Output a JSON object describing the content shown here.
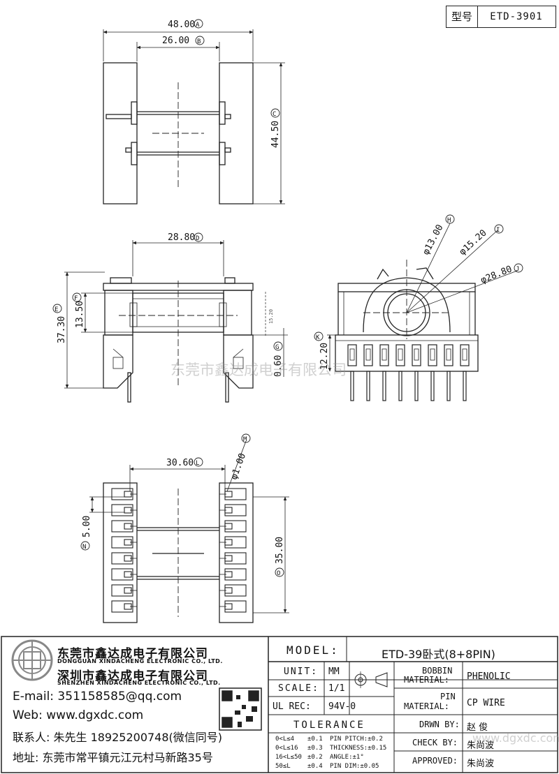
{
  "header": {
    "model_label": "型号",
    "model_code": "ETD-3901"
  },
  "dimensions": {
    "a": "48.00",
    "b": "26.00",
    "c": "44.50",
    "d": "28.80",
    "e": "37.30",
    "f": "13.50",
    "g": "0.60",
    "h": "φ13.00",
    "i": "φ15.20",
    "j": "φ28.80",
    "k": "12.20",
    "l": "30.60",
    "m": "φ1.00",
    "n": "5.00",
    "o": "35.00",
    "inner": "15.20"
  },
  "markers": {
    "a": "A",
    "b": "B",
    "c": "C",
    "d": "D",
    "e": "E",
    "f": "F",
    "g": "G",
    "h": "H",
    "i": "I",
    "j": "J",
    "k": "K",
    "l": "L",
    "m": "M",
    "n": "N",
    "o": "O"
  },
  "watermark": "东莞市鑫达成电子有限公司",
  "company": {
    "name_dg": "东莞市鑫达成电子有限公司",
    "name_dg_en": "DONGGUAN XINDACHENG ELECTRONIC CO., LTD.",
    "name_sz": "深圳市鑫达成电子有限公司",
    "name_sz_en": "SHENZHEN XINDACHENG ELECTRONIC CO., LTD.",
    "email": "E-mail: 351158585@qq.com",
    "web": "Web: www.dgxdc.com",
    "contact": "联系人: 朱先生 18925200748(微信同号)",
    "address": "地址: 东莞市常平镇元江元村马新路35号"
  },
  "title_block": {
    "model_label": "MODEL:",
    "model_value": "ETD-39卧式(8+8PIN)",
    "unit_label": "UNIT:",
    "unit_value": "MM",
    "scale_label": "SCALE:",
    "scale_value": "1/1",
    "ul_label": "UL REC:",
    "ul_value": "94V-0",
    "bobbin_label_1": "BOBBIN",
    "bobbin_label_2": "MATERIAL:",
    "bobbin_value": "PHENOLIC",
    "pin_label_1": "PIN",
    "pin_label_2": "MATERIAL:",
    "pin_value": "CP WIRE",
    "tolerance_label": "TOLERANCE",
    "tolerances": [
      [
        "0<L≤4",
        "±0.1",
        "PIN PITCH:±0.2"
      ],
      [
        "0<L≤16",
        "±0.3",
        "THICKNESS:±0.15"
      ],
      [
        "16<L≤50",
        "±0.2",
        "ANGLE:±1°"
      ],
      [
        "50≤L",
        "±0.4",
        "PIN DIM:±0.05"
      ]
    ],
    "drawn_label": "DRWN BY:",
    "drawn_value": "赵  俊",
    "check_label": "CHECK BY:",
    "check_value": "朱尚波",
    "approved_label": "APPROVED:",
    "approved_value": "朱尚波",
    "footer_watermark": "www.dgxdc.com"
  }
}
